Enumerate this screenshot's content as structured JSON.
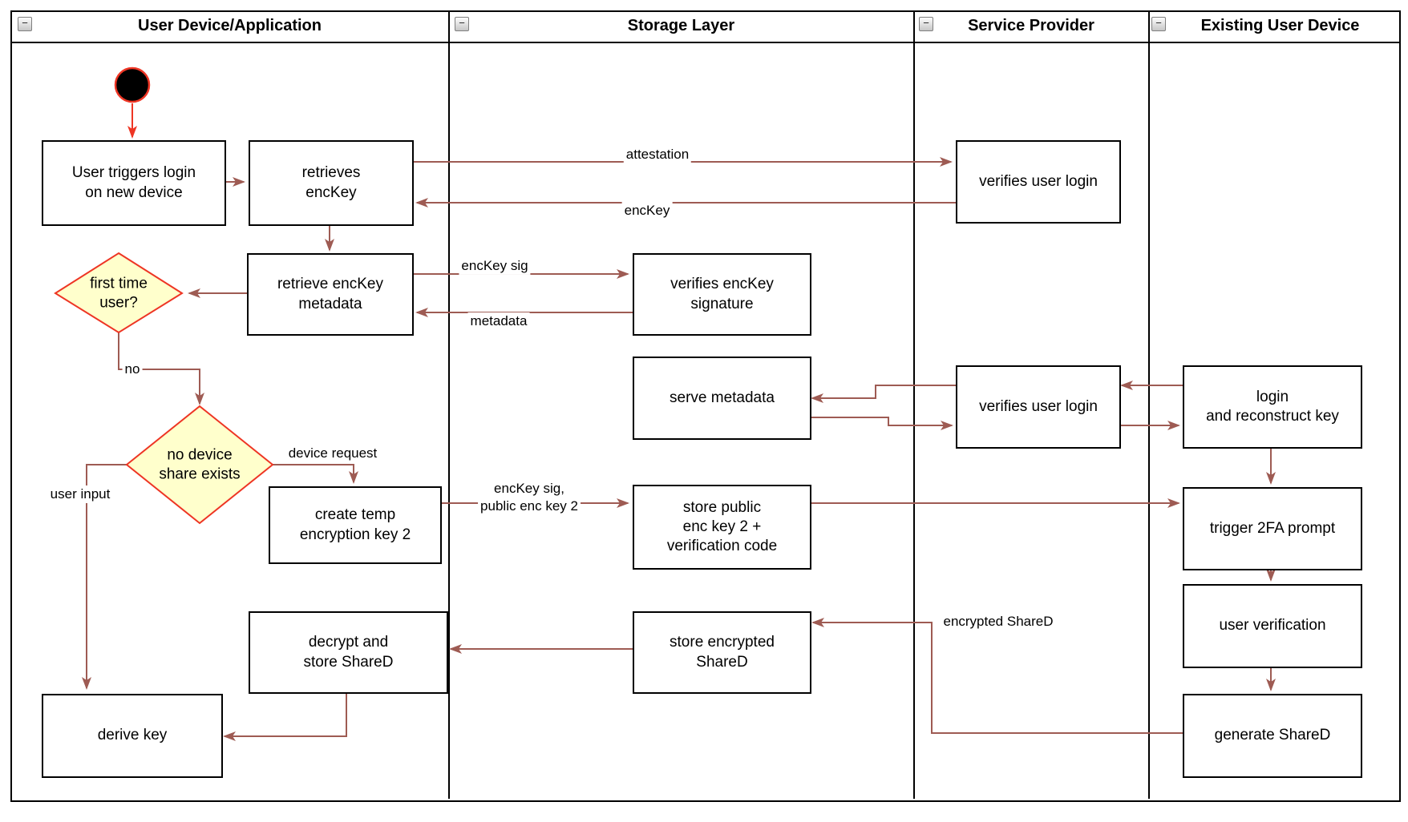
{
  "lanes": [
    {
      "title": "User Device/Application",
      "collapse_icon": "−"
    },
    {
      "title": "Storage Layer",
      "collapse_icon": "−"
    },
    {
      "title": "Service Provider",
      "collapse_icon": "−"
    },
    {
      "title": "Existing User Device",
      "collapse_icon": "−"
    }
  ],
  "nodes": {
    "user_triggers_login": "User triggers login\non new device",
    "retrieves_enckey": "retrieves\nencKey",
    "verifies_user_login_top": "verifies user login",
    "retrieve_enckey_metadata": "retrieve encKey\nmetadata",
    "verifies_enckey_signature": "verifies encKey\nsignature",
    "serve_metadata": "serve metadata",
    "verifies_user_login_mid": "verifies user login",
    "login_and_reconstruct_key": "login\nand reconstruct key",
    "create_temp_encryption_key": "create temp\nencryption key 2",
    "store_public_enc_key": "store public\nenc key 2 +\nverification code",
    "trigger_2fa_prompt": "trigger 2FA prompt",
    "user_verification": "user verification",
    "decrypt_and_store_shared": "decrypt and\nstore ShareD",
    "store_encrypted_shared": "store encrypted\nShareD",
    "derive_key": "derive key",
    "generate_shared": "generate ShareD"
  },
  "decisions": {
    "first_time_user": "first time\nuser?",
    "no_device_share_exists": "no device\nshare exists"
  },
  "edge_labels": {
    "attestation": "attestation",
    "enckey": "encKey",
    "enckey_sig": "encKey sig",
    "metadata": "metadata",
    "no": "no",
    "device_request": "device request",
    "enckey_sig_public": "encKey sig,\npublic enc key 2",
    "user_input": "user input",
    "encrypted_shared": "encrypted ShareD"
  },
  "colors": {
    "flow_arrow": "#9e5b53",
    "start_arrow": "#ee3524",
    "decision_border": "#ee3524",
    "decision_fill": "#ffffcc",
    "node_border": "#000000",
    "node_fill": "#ffffff",
    "start_fill": "#000000"
  }
}
